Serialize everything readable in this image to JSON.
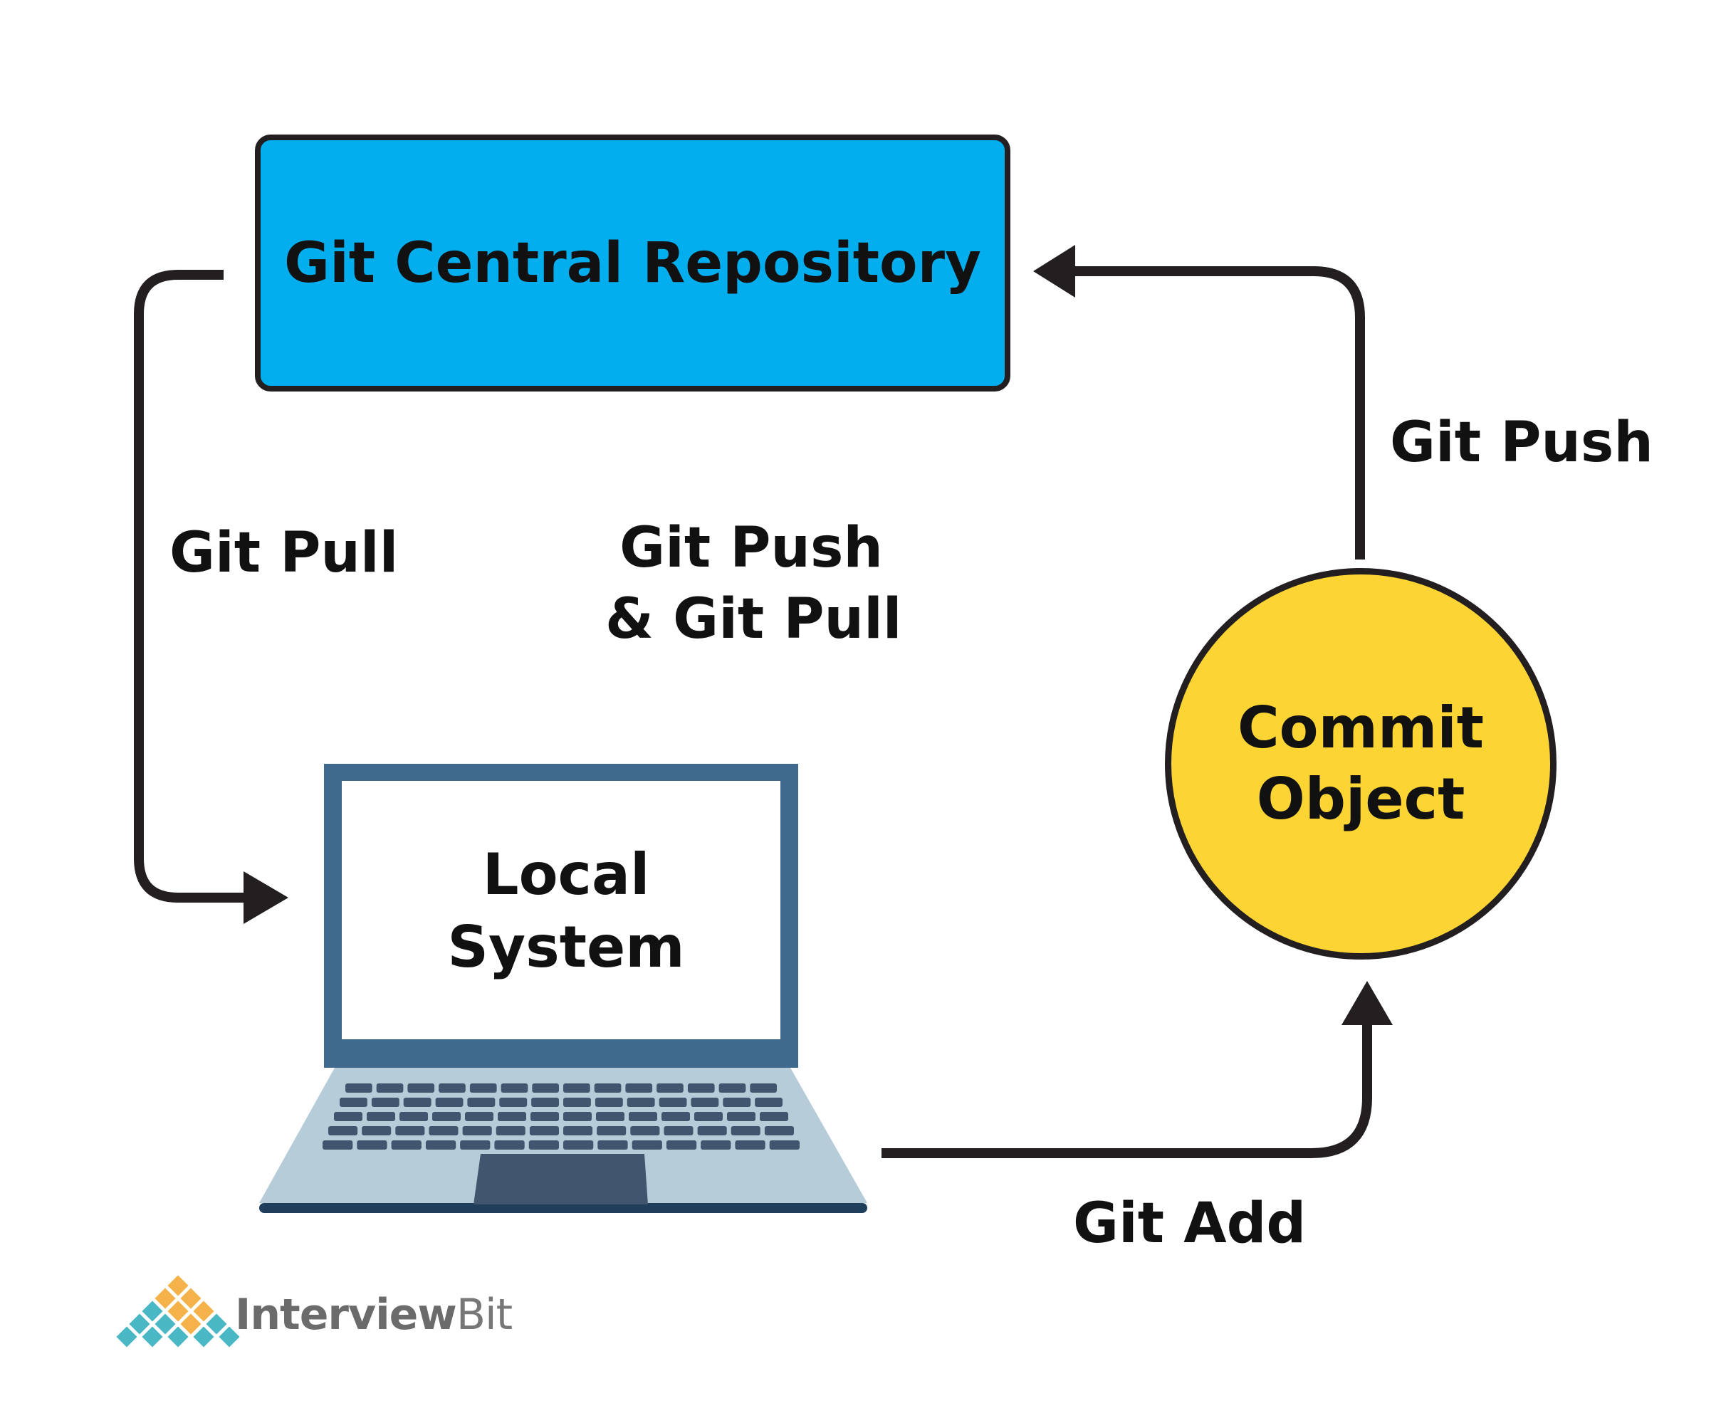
{
  "nodes": {
    "repository": "Git Central Repository",
    "commit_line1": "Commit",
    "commit_line2": "Object",
    "local_line1": "Local",
    "local_line2": "System"
  },
  "edges": {
    "pull": "Git Pull",
    "push_right": "Git Push",
    "push_pull_line1": "Git Push",
    "push_pull_line2": "& Git Pull",
    "add": "Git Add"
  },
  "brand": {
    "name_part1": "Interview",
    "name_part2": "Bit"
  },
  "colors": {
    "repository_fill": "#03aeee",
    "commit_fill": "#fcd534",
    "laptop_frame": "#3f6a8e",
    "laptop_base": "#b6ccd8",
    "keys": "#41566e",
    "stroke": "#231f20",
    "logo_orange": "#f5b24a",
    "logo_teal": "#4ab8c4"
  }
}
